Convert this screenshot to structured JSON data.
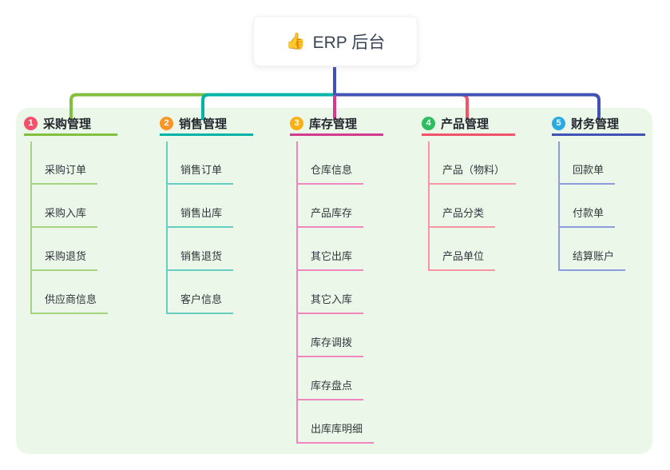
{
  "root": {
    "icon_name": "thumbs-up-icon",
    "icon": "👍",
    "title": "ERP 后台",
    "stem_color": "#4053B4"
  },
  "panel": {
    "bg": "#EBF7E8"
  },
  "branches": [
    {
      "number": "1",
      "title": "采购管理",
      "badge_color": "#F4516C",
      "line_color": "#82BF3E",
      "light_color": "#A5D67F",
      "items": [
        "采购订单",
        "采购入库",
        "采购退货",
        "供应商信息"
      ]
    },
    {
      "number": "2",
      "title": "销售管理",
      "badge_color": "#FD9426",
      "line_color": "#00B3A6",
      "light_color": "#66CDC2",
      "items": [
        "销售订单",
        "销售出库",
        "销售退货",
        "客户信息"
      ]
    },
    {
      "number": "3",
      "title": "库存管理",
      "badge_color": "#F9B016",
      "line_color": "#D43A92",
      "light_color": "#EF86BE",
      "items": [
        "仓库信息",
        "产品库存",
        "其它出库",
        "其它入库",
        "库存调拨",
        "库存盘点",
        "出库库明细"
      ]
    },
    {
      "number": "4",
      "title": "产品管理",
      "badge_color": "#2EBE60",
      "line_color": "#F2536B",
      "light_color": "#F795A4",
      "items": [
        "产品（物料）",
        "产品分类",
        "产品单位"
      ]
    },
    {
      "number": "5",
      "title": "财务管理",
      "badge_color": "#2BA9E1",
      "line_color": "#4053B4",
      "light_color": "#8C9CDF",
      "items": [
        "回款单",
        "付款单",
        "结算账户"
      ]
    }
  ]
}
